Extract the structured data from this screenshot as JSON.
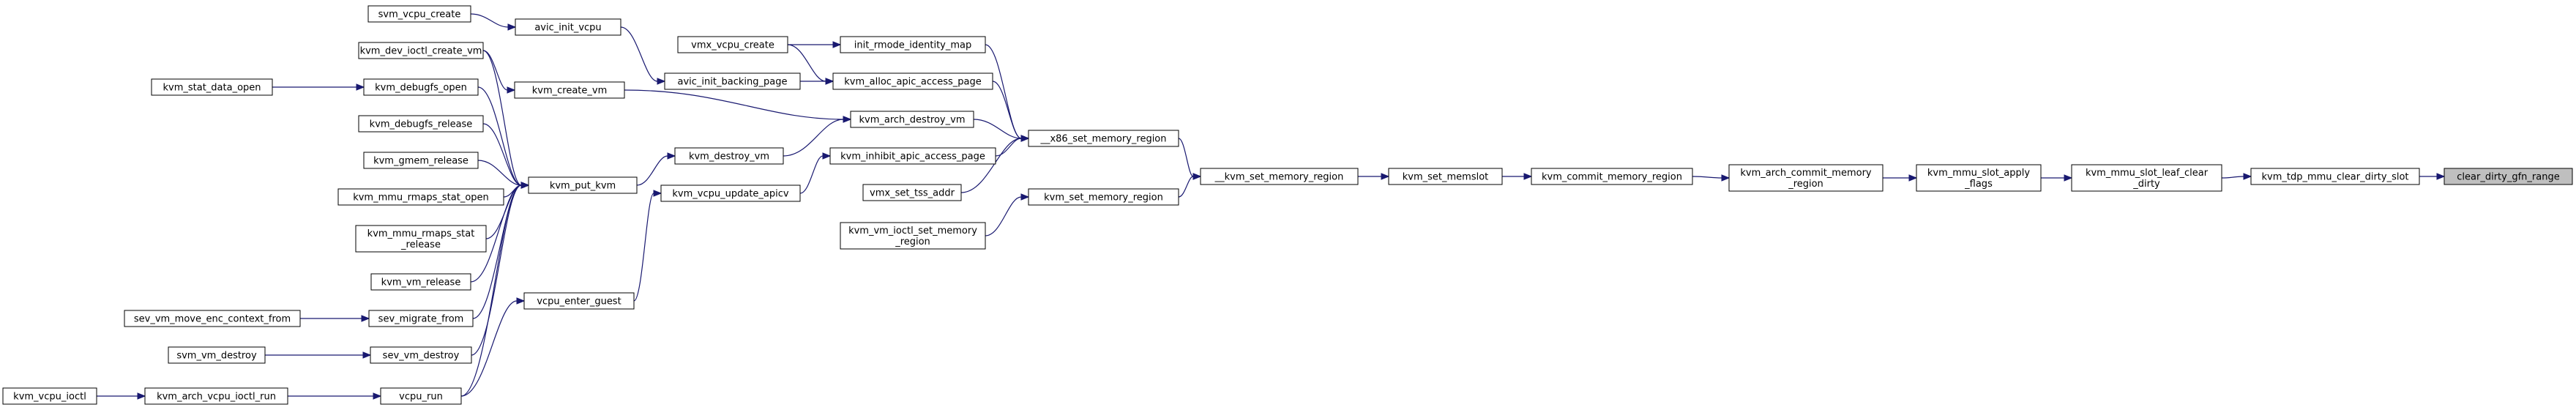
{
  "diagram": {
    "nodes": [
      {
        "id": "clear_dirty_gfn_range",
        "lines": [
          "clear_dirty_gfn_range"
        ],
        "highlight": true
      },
      {
        "id": "kvm_tdp_mmu_clear_dirty_slot",
        "lines": [
          "kvm_tdp_mmu_clear_dirty_slot"
        ]
      },
      {
        "id": "kvm_mmu_slot_leaf_clear_dirty",
        "lines": [
          "kvm_mmu_slot_leaf_clear",
          "_dirty"
        ]
      },
      {
        "id": "kvm_mmu_slot_apply_flags",
        "lines": [
          "kvm_mmu_slot_apply",
          "_flags"
        ]
      },
      {
        "id": "kvm_arch_commit_memory_region",
        "lines": [
          "kvm_arch_commit_memory",
          "_region"
        ]
      },
      {
        "id": "kvm_commit_memory_region",
        "lines": [
          "kvm_commit_memory_region"
        ]
      },
      {
        "id": "kvm_set_memslot",
        "lines": [
          "kvm_set_memslot"
        ]
      },
      {
        "id": "__kvm_set_memory_region",
        "lines": [
          "__kvm_set_memory_region"
        ]
      },
      {
        "id": "__x86_set_memory_region",
        "lines": [
          "__x86_set_memory_region"
        ]
      },
      {
        "id": "kvm_set_memory_region",
        "lines": [
          "kvm_set_memory_region"
        ]
      },
      {
        "id": "kvm_vm_ioctl_set_memory_region",
        "lines": [
          "kvm_vm_ioctl_set_memory",
          "_region"
        ]
      },
      {
        "id": "init_rmode_identity_map",
        "lines": [
          "init_rmode_identity_map"
        ]
      },
      {
        "id": "kvm_alloc_apic_access_page",
        "lines": [
          "kvm_alloc_apic_access_page"
        ]
      },
      {
        "id": "kvm_arch_destroy_vm",
        "lines": [
          "kvm_arch_destroy_vm"
        ]
      },
      {
        "id": "kvm_inhibit_apic_access_page",
        "lines": [
          "kvm_inhibit_apic_access_page"
        ]
      },
      {
        "id": "vmx_set_tss_addr",
        "lines": [
          "vmx_set_tss_addr"
        ]
      },
      {
        "id": "vmx_vcpu_create",
        "lines": [
          "vmx_vcpu_create"
        ]
      },
      {
        "id": "avic_init_backing_page",
        "lines": [
          "avic_init_backing_page"
        ]
      },
      {
        "id": "kvm_create_vm",
        "lines": [
          "kvm_create_vm"
        ]
      },
      {
        "id": "kvm_destroy_vm",
        "lines": [
          "kvm_destroy_vm"
        ]
      },
      {
        "id": "kvm_vcpu_update_apicv",
        "lines": [
          "kvm_vcpu_update_apicv"
        ]
      },
      {
        "id": "avic_init_vcpu",
        "lines": [
          "avic_init_vcpu"
        ]
      },
      {
        "id": "svm_vcpu_create",
        "lines": [
          "svm_vcpu_create"
        ]
      },
      {
        "id": "kvm_dev_ioctl_create_vm",
        "lines": [
          "kvm_dev_ioctl_create_vm"
        ]
      },
      {
        "id": "kvm_put_kvm",
        "lines": [
          "kvm_put_kvm"
        ]
      },
      {
        "id": "kvm_debugfs_open",
        "lines": [
          "kvm_debugfs_open"
        ]
      },
      {
        "id": "kvm_stat_data_open",
        "lines": [
          "kvm_stat_data_open"
        ]
      },
      {
        "id": "kvm_debugfs_release",
        "lines": [
          "kvm_debugfs_release"
        ]
      },
      {
        "id": "kvm_gmem_release",
        "lines": [
          "kvm_gmem_release"
        ]
      },
      {
        "id": "kvm_mmu_rmaps_stat_open",
        "lines": [
          "kvm_mmu_rmaps_stat_open"
        ]
      },
      {
        "id": "kvm_mmu_rmaps_stat_release",
        "lines": [
          "kvm_mmu_rmaps_stat",
          "_release"
        ]
      },
      {
        "id": "kvm_vm_release",
        "lines": [
          "kvm_vm_release"
        ]
      },
      {
        "id": "sev_migrate_from",
        "lines": [
          "sev_migrate_from"
        ]
      },
      {
        "id": "sev_vm_move_enc_context_from",
        "lines": [
          "sev_vm_move_enc_context_from"
        ]
      },
      {
        "id": "sev_vm_destroy",
        "lines": [
          "sev_vm_destroy"
        ]
      },
      {
        "id": "svm_vm_destroy",
        "lines": [
          "svm_vm_destroy"
        ]
      },
      {
        "id": "vcpu_enter_guest",
        "lines": [
          "vcpu_enter_guest"
        ]
      },
      {
        "id": "vcpu_run",
        "lines": [
          "vcpu_run"
        ]
      },
      {
        "id": "kvm_arch_vcpu_ioctl_run",
        "lines": [
          "kvm_arch_vcpu_ioctl_run"
        ]
      },
      {
        "id": "kvm_vcpu_ioctl",
        "lines": [
          "kvm_vcpu_ioctl"
        ]
      }
    ],
    "edges": [
      [
        "kvm_tdp_mmu_clear_dirty_slot",
        "clear_dirty_gfn_range"
      ],
      [
        "kvm_mmu_slot_leaf_clear_dirty",
        "kvm_tdp_mmu_clear_dirty_slot"
      ],
      [
        "kvm_mmu_slot_apply_flags",
        "kvm_mmu_slot_leaf_clear_dirty"
      ],
      [
        "kvm_arch_commit_memory_region",
        "kvm_mmu_slot_apply_flags"
      ],
      [
        "kvm_commit_memory_region",
        "kvm_arch_commit_memory_region"
      ],
      [
        "kvm_set_memslot",
        "kvm_commit_memory_region"
      ],
      [
        "__kvm_set_memory_region",
        "kvm_set_memslot"
      ],
      [
        "__x86_set_memory_region",
        "__kvm_set_memory_region"
      ],
      [
        "kvm_set_memory_region",
        "__kvm_set_memory_region"
      ],
      [
        "kvm_vm_ioctl_set_memory_region",
        "kvm_set_memory_region"
      ],
      [
        "init_rmode_identity_map",
        "__x86_set_memory_region"
      ],
      [
        "kvm_alloc_apic_access_page",
        "__x86_set_memory_region"
      ],
      [
        "kvm_arch_destroy_vm",
        "__x86_set_memory_region"
      ],
      [
        "kvm_inhibit_apic_access_page",
        "__x86_set_memory_region"
      ],
      [
        "vmx_set_tss_addr",
        "__x86_set_memory_region"
      ],
      [
        "vmx_vcpu_create",
        "init_rmode_identity_map"
      ],
      [
        "vmx_vcpu_create",
        "kvm_alloc_apic_access_page"
      ],
      [
        "avic_init_backing_page",
        "kvm_alloc_apic_access_page"
      ],
      [
        "kvm_create_vm",
        "kvm_arch_destroy_vm"
      ],
      [
        "kvm_destroy_vm",
        "kvm_arch_destroy_vm"
      ],
      [
        "kvm_vcpu_update_apicv",
        "kvm_inhibit_apic_access_page"
      ],
      [
        "avic_init_vcpu",
        "avic_init_backing_page"
      ],
      [
        "svm_vcpu_create",
        "avic_init_vcpu"
      ],
      [
        "kvm_dev_ioctl_create_vm",
        "kvm_create_vm"
      ],
      [
        "kvm_put_kvm",
        "kvm_destroy_vm"
      ],
      [
        "kvm_debugfs_open",
        "kvm_put_kvm"
      ],
      [
        "kvm_stat_data_open",
        "kvm_debugfs_open"
      ],
      [
        "kvm_debugfs_release",
        "kvm_put_kvm"
      ],
      [
        "kvm_gmem_release",
        "kvm_put_kvm"
      ],
      [
        "kvm_mmu_rmaps_stat_open",
        "kvm_put_kvm"
      ],
      [
        "kvm_mmu_rmaps_stat_release",
        "kvm_put_kvm"
      ],
      [
        "kvm_vm_release",
        "kvm_put_kvm"
      ],
      [
        "sev_migrate_from",
        "kvm_put_kvm"
      ],
      [
        "sev_vm_destroy",
        "kvm_put_kvm"
      ],
      [
        "kvm_dev_ioctl_create_vm",
        "kvm_put_kvm"
      ],
      [
        "sev_vm_move_enc_context_from",
        "sev_migrate_from"
      ],
      [
        "svm_vm_destroy",
        "sev_vm_destroy"
      ],
      [
        "vcpu_enter_guest",
        "kvm_vcpu_update_apicv"
      ],
      [
        "vcpu_run",
        "vcpu_enter_guest"
      ],
      [
        "kvm_arch_vcpu_ioctl_run",
        "vcpu_run"
      ],
      [
        "kvm_vcpu_ioctl",
        "kvm_arch_vcpu_ioctl_run"
      ],
      [
        "vcpu_run",
        "kvm_put_kvm"
      ]
    ]
  }
}
